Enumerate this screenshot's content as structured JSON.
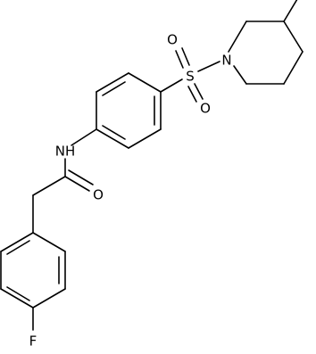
{
  "atoms": {
    "fluorine": "F",
    "nitrogen_amide": "NH",
    "oxygen_carbonyl": "O",
    "sulfur": "S",
    "oxygen_sulfonyl_top": "O",
    "oxygen_sulfonyl_bottom": "O",
    "nitrogen_piperidine": "N"
  },
  "colors": {
    "bond": "#000000",
    "text": "#000000",
    "background": "#ffffff"
  }
}
